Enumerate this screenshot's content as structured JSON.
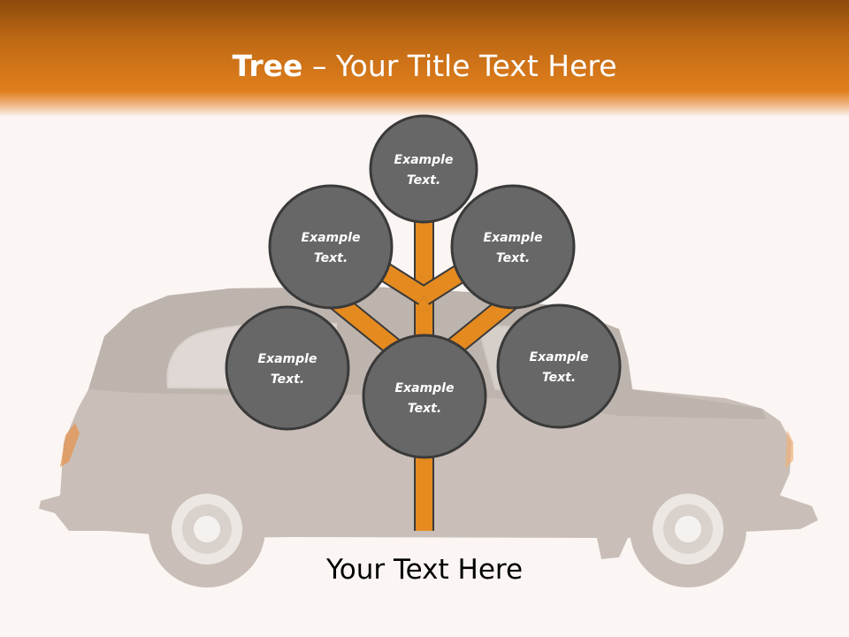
{
  "header": {
    "title_bold": "Tree",
    "title_rest": " – Your Title Text Here"
  },
  "nodes": [
    {
      "line1": "Example",
      "line2": "Text."
    },
    {
      "line1": "Example",
      "line2": "Text."
    },
    {
      "line1": "Example",
      "line2": "Text."
    },
    {
      "line1": "Example",
      "line2": "Text."
    },
    {
      "line1": "Example",
      "line2": "Text."
    },
    {
      "line1": "Example",
      "line2": "Text."
    }
  ],
  "footer": {
    "text": "Your Text Here"
  },
  "colors": {
    "header_orange": "#e07e1c",
    "branch_orange": "#e58a1f",
    "node_fill": "#676767",
    "node_stroke": "#3a3a3a",
    "background": "#fbf6f3"
  },
  "icons": {
    "background_image": "taxi-cab-icon"
  }
}
